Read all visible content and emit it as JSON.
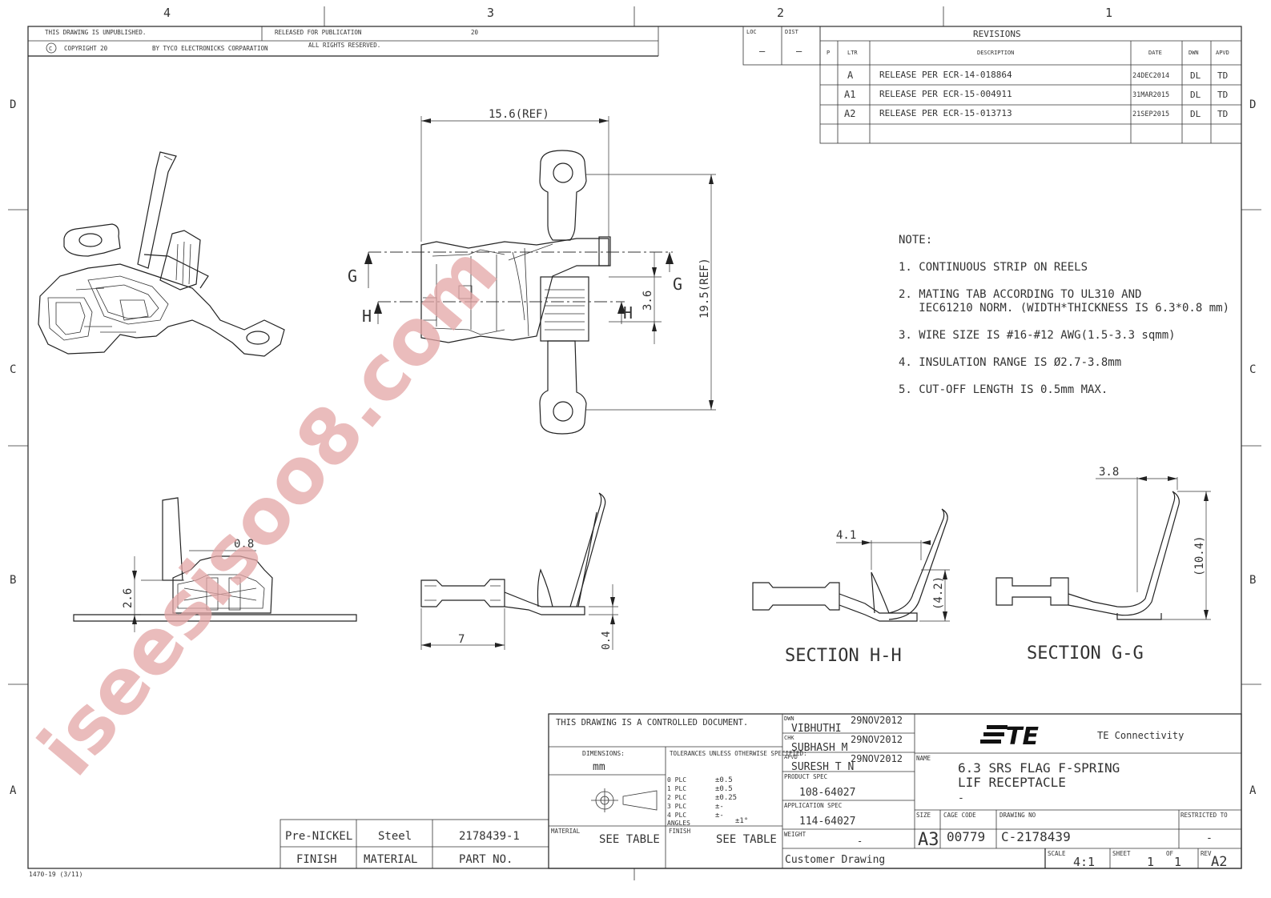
{
  "border": {
    "zones_top": [
      "4",
      "3",
      "2",
      "1"
    ],
    "zones_side": [
      "D",
      "C",
      "B",
      "A"
    ]
  },
  "header": {
    "unpublished": "THIS DRAWING IS UNPUBLISHED.",
    "released": "RELEASED FOR PUBLICATION",
    "released_year": "20",
    "copyright": "COPYRIGHT 20",
    "copyright_symbol": "C",
    "by": "BY TYCO ELECTRONICKS CORPARATION",
    "rights": "ALL RIGHTS RESERVED."
  },
  "loc_dist": {
    "loc_label": "LOC",
    "dist_label": "DIST",
    "loc_value": "–",
    "dist_value": "–"
  },
  "revisions": {
    "title": "REVISIONS",
    "headers": [
      "P",
      "LTR",
      "DESCRIPTION",
      "DATE",
      "DWN",
      "APVD"
    ],
    "rows": [
      {
        "ltr": "A",
        "desc": "RELEASE PER ECR-14-018864",
        "date": "24DEC2014",
        "dwn": "DL",
        "apvd": "TD"
      },
      {
        "ltr": "A1",
        "desc": "RELEASE PER ECR-15-004911",
        "date": "31MAR2015",
        "dwn": "DL",
        "apvd": "TD"
      },
      {
        "ltr": "A2",
        "desc": "RELEASE PER ECR-15-013713",
        "date": "21SEP2015",
        "dwn": "DL",
        "apvd": "TD"
      }
    ]
  },
  "notes": {
    "title": "NOTE:",
    "items": [
      "1. CONTINUOUS STRIP ON REELS",
      "2. MATING TAB ACCORDING TO UL310 AND",
      "   IEC61210 NORM. (WIDTH*THICKNESS IS 6.3*0.8 mm)",
      "3. WIRE SIZE IS #16-#12 AWG(1.5-3.3 sqmm)",
      "4. INSULATION RANGE IS Ø2.7-3.8mm",
      "5. CUT-OFF LENGTH IS 0.5mm MAX."
    ]
  },
  "dimensions": {
    "width_ref": "15.6(REF)",
    "height_ref": "19.5(REF)",
    "d36": "3.6",
    "d08": "0.8",
    "d26": "2.6",
    "d7": "7",
    "d04": "0.4",
    "d41": "4.1",
    "d42": "(4.2)",
    "d38": "3.8",
    "d104": "(10.4)",
    "g": "G",
    "h": "H"
  },
  "sections": {
    "hh": "SECTION H-H",
    "gg": "SECTION G-G"
  },
  "parts_table": {
    "finish_value": "Pre-NICKEL",
    "material_value": "Steel",
    "part_value": "2178439-1",
    "finish_label": "FINISH",
    "material_label": "MATERIAL",
    "part_label": "PART NO."
  },
  "title_block": {
    "controlled": "THIS DRAWING IS A CONTROLLED DOCUMENT.",
    "dimensions_label": "DIMENSIONS:",
    "dimensions_unit": "mm",
    "tolerances_title": "TOLERANCES UNLESS OTHERWISE SPECIFIED:",
    "tolerances": [
      {
        "plc": "0 PLC",
        "val": "±0.5"
      },
      {
        "plc": "1 PLC",
        "val": "±0.5"
      },
      {
        "plc": "2 PLC",
        "val": "±0.25"
      },
      {
        "plc": "3 PLC",
        "val": "±-"
      },
      {
        "plc": "4 PLC",
        "val": "±-"
      }
    ],
    "angles_label": "ANGLES",
    "angles_val": "±1°",
    "material_label": "MATERIAL",
    "material_value": "SEE TABLE",
    "finish_label": "FINISH",
    "finish_value": "SEE TABLE",
    "dwn_label": "DWN",
    "dwn_name": "VIBHUTHI",
    "dwn_date": "29NOV2012",
    "chk_label": "CHK",
    "chk_name": "SUBHASH M",
    "chk_date": "29NOV2012",
    "apvd_label": "APVD",
    "apvd_name": "SURESH T N",
    "apvd_date": "29NOV2012",
    "product_spec_label": "PRODUCT SPEC",
    "product_spec": "108-64027",
    "app_spec_label": "APPLICATION SPEC",
    "app_spec": "114-64027",
    "weight_label": "WEIGHT",
    "weight": "-",
    "customer": "Customer Drawing",
    "logo": "TE",
    "company": "TE Connectivity",
    "name_label": "NAME",
    "name_line1": "6.3 SRS FLAG F-SPRING",
    "name_line2": "LIF RECEPTACLE",
    "name_line3": "-",
    "size_label": "SIZE",
    "size": "A3",
    "cage_label": "CAGE CODE",
    "cage": "00779",
    "dwg_label": "DRAWING NO",
    "dwg": "C-2178439",
    "restricted_label": "RESTRICTED TO",
    "restricted": "-",
    "scale_label": "SCALE",
    "scale": "4:1",
    "sheet_label": "SHEET",
    "sheet": "1",
    "of_label": "OF",
    "of": "1",
    "rev_label": "REV",
    "rev": "A2"
  },
  "form_id": "1470-19 (3/11)",
  "watermark": "iseesisoo8.com",
  "colors": {
    "watermark": "#e3a6a6",
    "line": "#222222"
  }
}
